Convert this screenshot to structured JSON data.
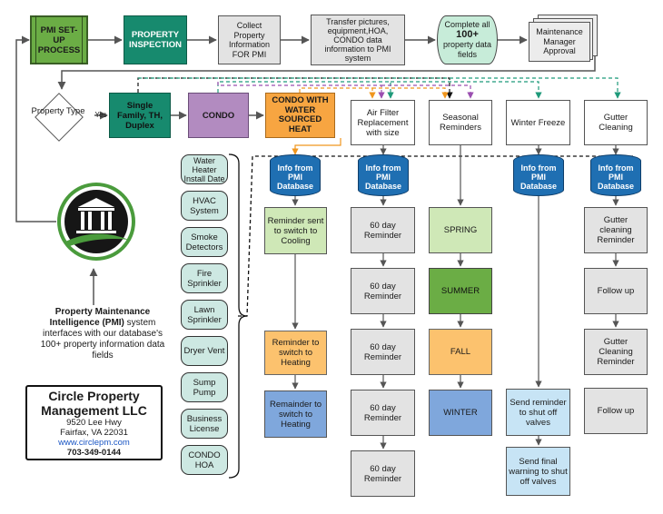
{
  "top_row": {
    "pmi_setup": "PMI SET-UP PROCESS",
    "property_inspection": "PROPERTY INSPECTION",
    "collect_info": "Collect Property Information FOR PMI",
    "transfer": "Transfer pictures, equipment,HOA, CONDO data information to PMI system",
    "complete_prefix": "Complete all",
    "complete_count": "100+",
    "complete_suffix": "property data fields",
    "manager_approval": "Maintenance Manager Approval"
  },
  "decision": {
    "label": "Property Type",
    "yes": "Yes"
  },
  "property_types": {
    "single_family": "Single Family, TH, Duplex",
    "condo": "CONDO",
    "condo_water": "CONDO WITH WATER SOURCED HEAT"
  },
  "categories": {
    "air_filter": "Air Filter Replacement with size",
    "seasonal": "Seasonal Reminders",
    "winter_freeze": "Winter Freeze",
    "gutter": "Gutter Cleaning"
  },
  "database_label": "Info from PMI Database",
  "side_items": [
    "Water Heater Install Date",
    "HVAC System",
    "Smoke Detectors",
    "Fire Sprinkler",
    "Lawn Sprinkler",
    "Dryer Vent",
    "Sump Pump",
    "Business License",
    "CONDO HOA"
  ],
  "columns": {
    "cooling_heating": [
      "Reminder sent to switch to Cooling",
      "Reminder to switch to Heating",
      "Remainder to switch to Heating"
    ],
    "air_filter": [
      "60 day Reminder",
      "60 day Reminder",
      "60 day Reminder",
      "60 day Reminder",
      "60 day Reminder"
    ],
    "seasons": [
      "SPRING",
      "SUMMER",
      "FALL",
      "WINTER"
    ],
    "winter_freeze": [
      "Send reminder to shut off valves",
      "Send final warning to shut off valves"
    ],
    "gutter": [
      "Gutter cleaning Reminder",
      "Follow up",
      "Gutter Cleaning Reminder",
      "Follow up"
    ]
  },
  "pmi_caption": {
    "bold": "Property Maintenance Intelligence (PMI)",
    "rest": "system interfaces with our database's 100+ property information data fields"
  },
  "company": {
    "name": "Circle Property Management LLC",
    "street": "9520 Lee Hwy",
    "city": "Fairfax, VA 22031",
    "website": "www.circlepm.com",
    "phone": "703-349-0144"
  },
  "colors": {
    "green": "#6bad45",
    "teal": "#178a6e",
    "gray": "#e3e3e3",
    "purple": "#b28bc0",
    "orange": "#fcc26e",
    "db_blue": "#1f6fb2",
    "light_green": "#cfe8b7",
    "blue": "#7fa7dc",
    "light_blue": "#c7e4f5",
    "side_teal": "#cde8e2",
    "link": "#1a56c4"
  }
}
